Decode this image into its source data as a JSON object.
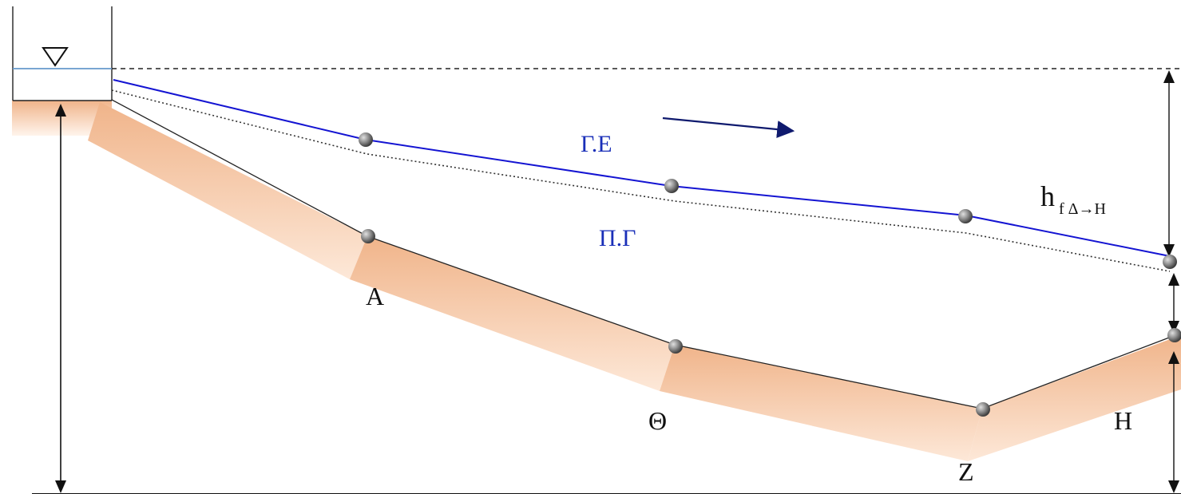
{
  "labels": {
    "energy_line": "Γ.Ε",
    "piezometric_line": "Π.Γ",
    "point_a": "A",
    "point_theta": "Θ",
    "point_z": "Z",
    "point_h": "H",
    "headloss_main": "h",
    "headloss_sub": "f Δ→H"
  },
  "icons": {
    "water_surface": "inverted-triangle-icon",
    "node": "node-sphere-icon",
    "flow_direction": "arrow-right-icon"
  },
  "colors": {
    "energy_line": "#1414d2",
    "label_blue": "#1a2fb8",
    "pipe_fill": "#f4c4a0",
    "reservoir_water": "#6699cc",
    "arrow_dark": "#0f1a6e",
    "text": "#111111"
  }
}
